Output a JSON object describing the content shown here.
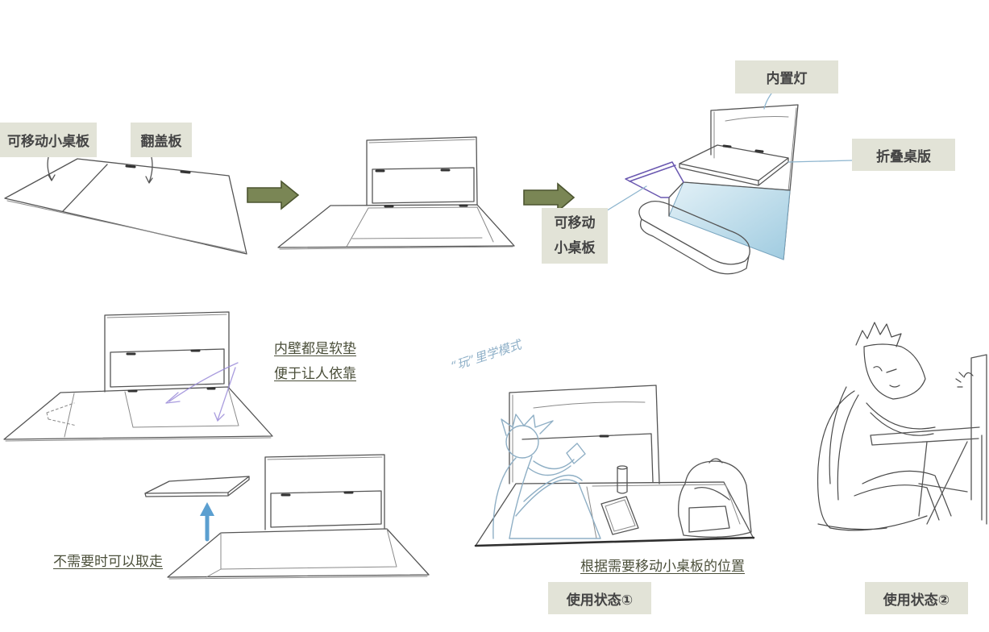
{
  "colors": {
    "label_bg": "#e2e3d7",
    "label_text": "#444444",
    "note_text": "#4b4f3a",
    "arrow_fill": "#7a8655",
    "arrow_stroke": "#4c5530",
    "sketch_stroke": "#555555",
    "pointer_line": "#8fb6cf",
    "accent_blue": "#5b9fd0",
    "accent_purple": "#6a58b0",
    "figure_stroke": "#8fafc5",
    "panel_blue": "#a9d0e2"
  },
  "labels": {
    "movable_tray_left": "可移动小桌板",
    "flip_lid": "翻盖板",
    "built_in_light": "内置灯",
    "folding_desk": "折叠桌版",
    "movable_tray_right": [
      "可移动",
      "小桌板"
    ],
    "usage_state_1": "使用状态①",
    "usage_state_2": "使用状态②"
  },
  "notes": {
    "soft_wall_line1": "内壁都是软垫",
    "soft_wall_line2": "便于让人依靠",
    "removable": "不需要时可以取走",
    "move_tray": "根据需要移动小桌板的位置",
    "handwritten_mode": "“玩”里学模式"
  }
}
